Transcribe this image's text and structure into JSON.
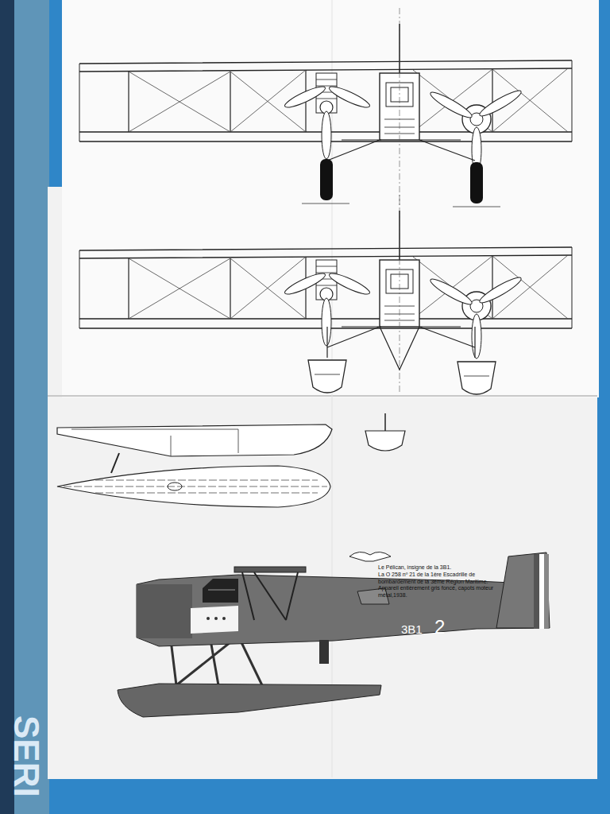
{
  "diagram": {
    "labels": [
      "Le Pélican, insigne de la 3B1.",
      "La O 258 nº 21 de la 1ère Escadrille de bombardement de la 3ème Région Maritime. Appareil entièrement gris foncé, capots moteur métal,1938.",
      "3B1",
      "2",
      "SERI"
    ]
  }
}
